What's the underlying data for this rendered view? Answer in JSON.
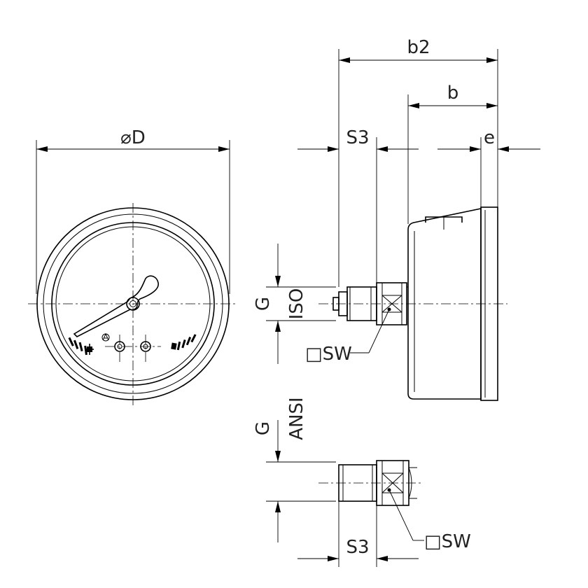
{
  "labels": {
    "diameter": "⌀D",
    "b2": "b2",
    "b": "b",
    "s3_top": "S3",
    "e": "e",
    "g_iso": "G",
    "iso": "ISO",
    "sw_iso": "□SW",
    "g_ansi": "G",
    "ansi": "ANSI",
    "s3_bottom": "S3",
    "sw_ansi": "□SW"
  }
}
